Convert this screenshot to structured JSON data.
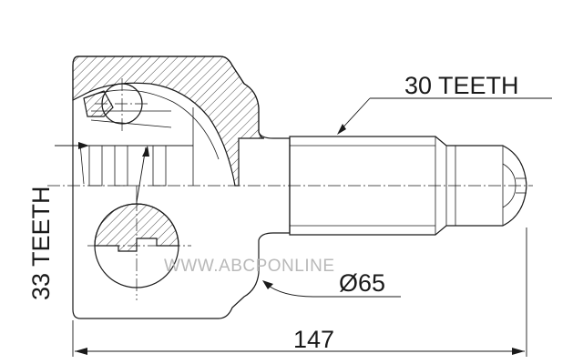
{
  "labels": {
    "spline_outer": "30 TEETH",
    "spline_inner": "33 TEETH",
    "diameter": "Ø65",
    "length": "147"
  },
  "watermark": "WWW.ABCPONLINE",
  "colors": {
    "line": "#1a1a1a",
    "watermark": "#b9b9b9",
    "background": "#ffffff"
  }
}
